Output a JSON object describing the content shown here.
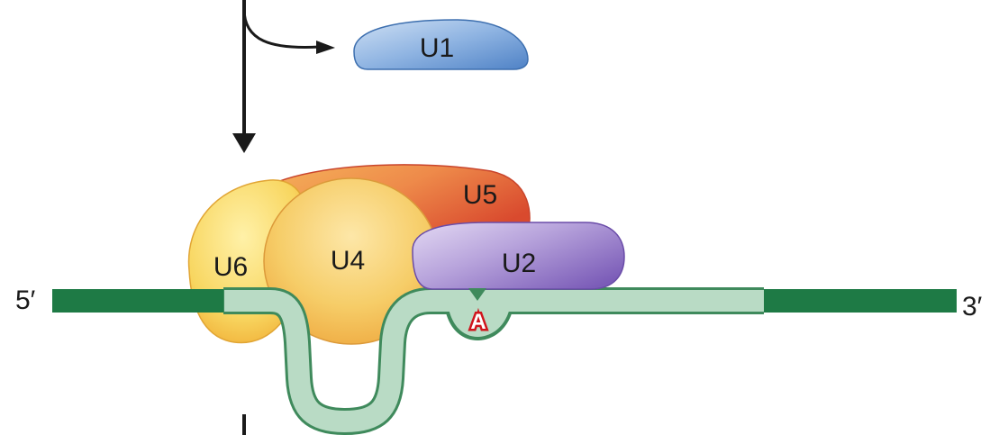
{
  "labels": {
    "u1": "U1",
    "u2": "U2",
    "u4": "U4",
    "u5": "U5",
    "u6": "U6",
    "five_prime": "5′",
    "three_prime": "3′",
    "branch_point": "A"
  },
  "colors": {
    "exon": "#1e7a45",
    "intron": "#b9dbc5",
    "intron_outline": "#3f8a5c",
    "u1": "#7da7db",
    "u2": "#9b85c9",
    "u4": "#f4c24a",
    "u5": "#e0583a",
    "u6": "#f6d45a",
    "branch_point": "#d0141c",
    "arrow": "#1a1a1a"
  }
}
